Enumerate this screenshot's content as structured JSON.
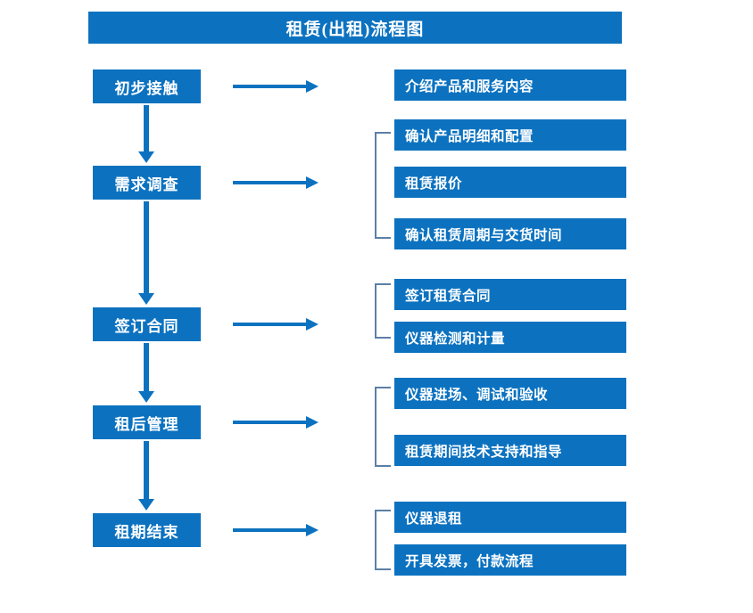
{
  "diagram": {
    "title": "租赁(出租)流程图",
    "colors": {
      "box_fill": "#0C72C0",
      "box_text": "#FFFFFF",
      "arrow": "#0C72C0",
      "bracket": "#5B7FA6",
      "background": "#FFFFFF"
    },
    "stages": [
      {
        "id": "stage-1",
        "label": "初步接触"
      },
      {
        "id": "stage-2",
        "label": "需求调查"
      },
      {
        "id": "stage-3",
        "label": "签订合同"
      },
      {
        "id": "stage-4",
        "label": "租后管理"
      },
      {
        "id": "stage-5",
        "label": "租期结束"
      }
    ],
    "detail_groups": [
      {
        "id": "group-1",
        "bracketed": false,
        "items": [
          {
            "label": "介绍产品和服务内容"
          }
        ]
      },
      {
        "id": "group-2",
        "bracketed": true,
        "items": [
          {
            "label": "确认产品明细和配置"
          },
          {
            "label": "租赁报价"
          },
          {
            "label": "确认租赁周期与交货时间"
          }
        ]
      },
      {
        "id": "group-3",
        "bracketed": true,
        "items": [
          {
            "label": "签订租赁合同"
          },
          {
            "label": "仪器检测和计量"
          }
        ]
      },
      {
        "id": "group-4",
        "bracketed": true,
        "items": [
          {
            "label": "仪器进场、调试和验收"
          },
          {
            "label": "租赁期间技术支持和指导"
          }
        ]
      },
      {
        "id": "group-5",
        "bracketed": true,
        "items": [
          {
            "label": "仪器退租"
          },
          {
            "label": "开具发票，付款流程"
          }
        ]
      }
    ]
  }
}
